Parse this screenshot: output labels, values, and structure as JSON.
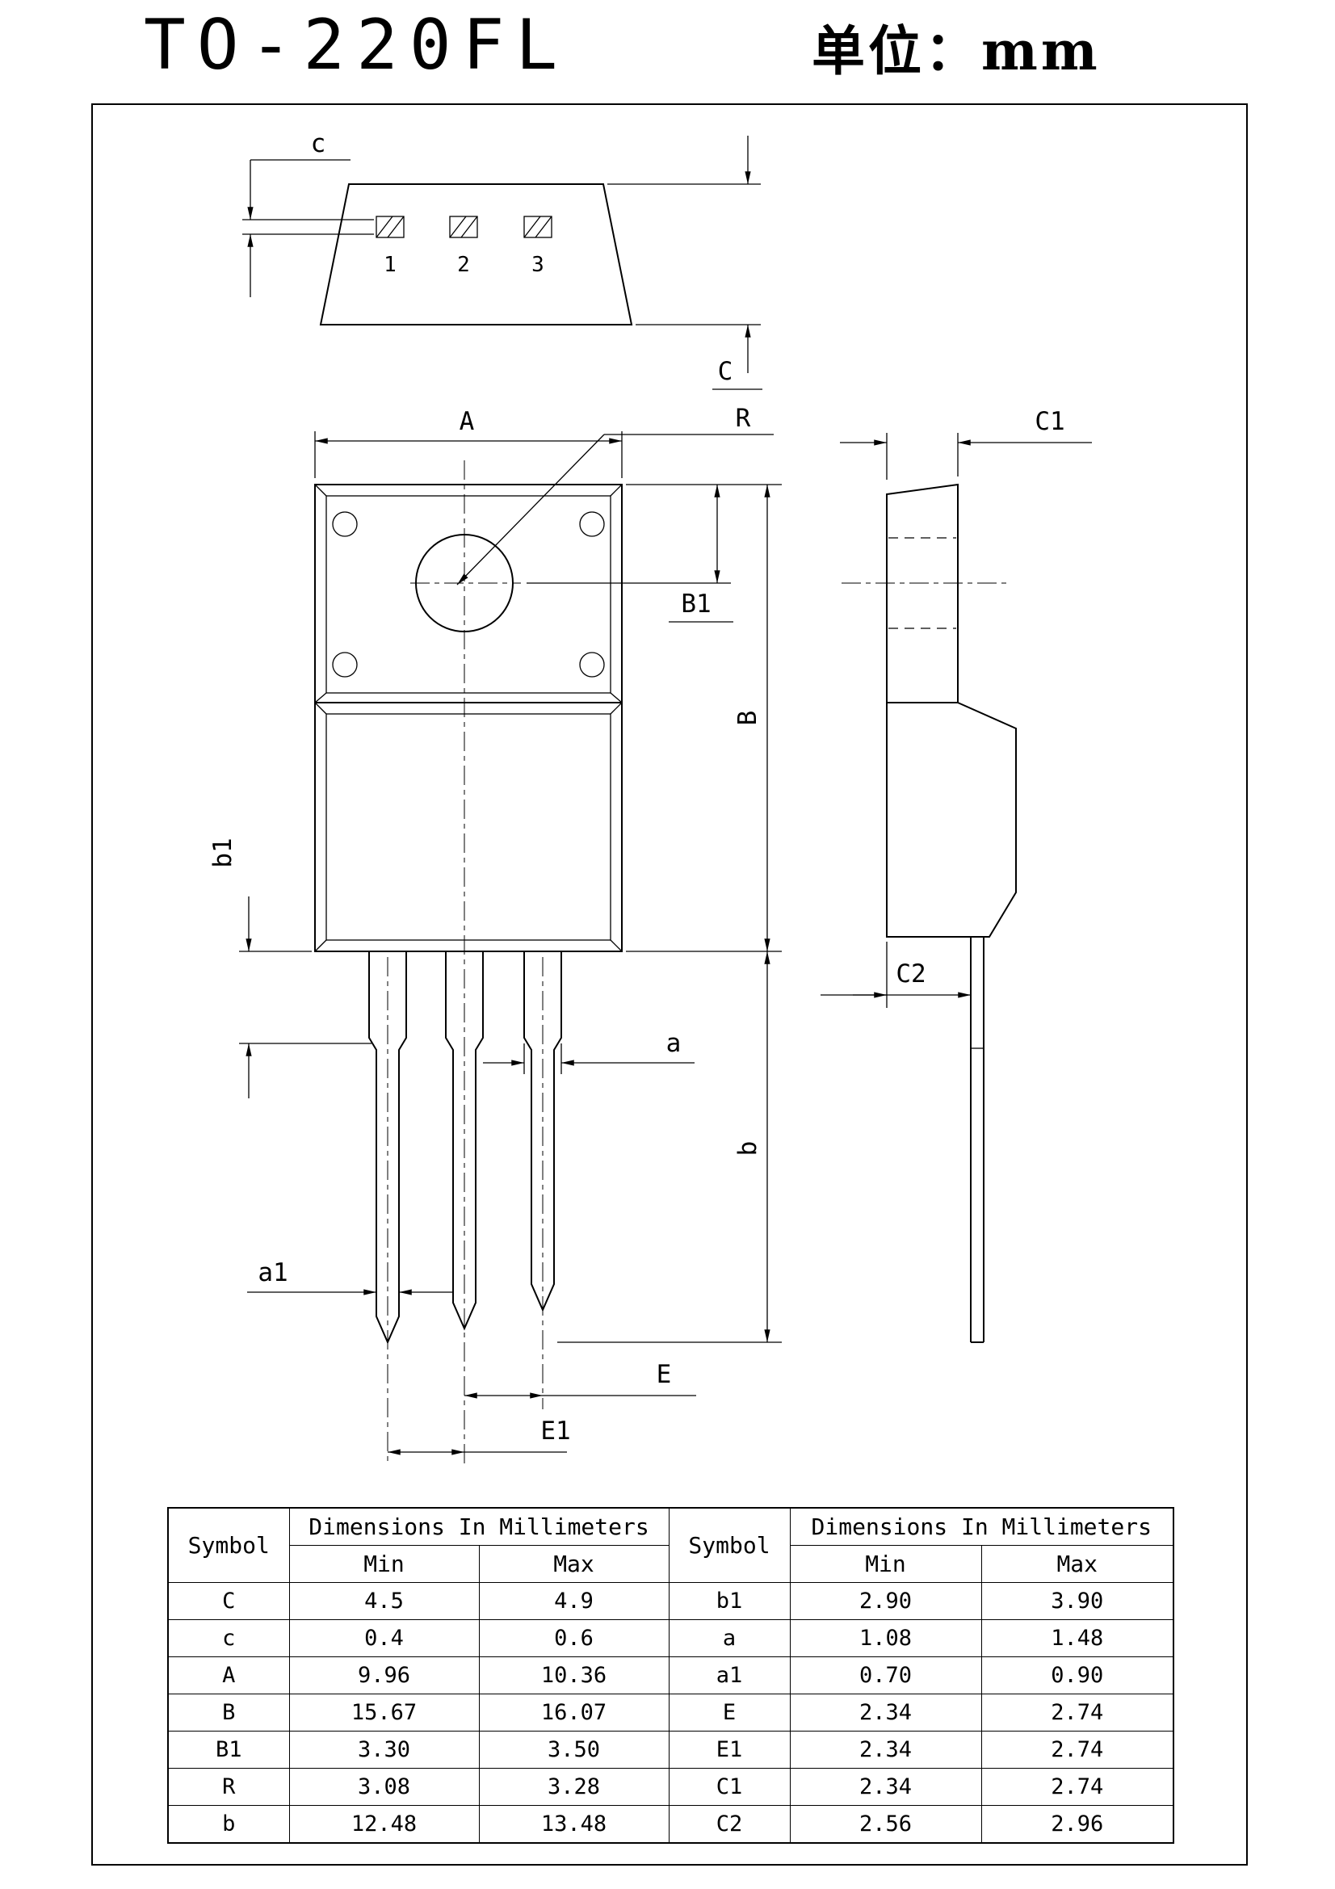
{
  "header": {
    "title": "TO-220FL",
    "unit": "单位：mm"
  },
  "drawing": {
    "labels": {
      "c": "c",
      "C": "C",
      "A": "A",
      "R": "R",
      "C1": "C1",
      "B1": "B1",
      "B": "B",
      "b1": "b1",
      "a": "a",
      "b": "b",
      "a1": "a1",
      "E": "E",
      "E1": "E1",
      "C2": "C2"
    },
    "pins": {
      "p1": "1",
      "p2": "2",
      "p3": "3"
    }
  },
  "table": {
    "symbol_header": "Symbol",
    "dims_header": "Dimensions In Millimeters",
    "min_header": "Min",
    "max_header": "Max",
    "rows": [
      {
        "l_sym": "C",
        "l_min": "4.5",
        "l_max": "4.9",
        "r_sym": "b1",
        "r_min": "2.90",
        "r_max": "3.90"
      },
      {
        "l_sym": "c",
        "l_min": "0.4",
        "l_max": "0.6",
        "r_sym": "a",
        "r_min": "1.08",
        "r_max": "1.48"
      },
      {
        "l_sym": "A",
        "l_min": "9.96",
        "l_max": "10.36",
        "r_sym": "a1",
        "r_min": "0.70",
        "r_max": "0.90"
      },
      {
        "l_sym": "B",
        "l_min": "15.67",
        "l_max": "16.07",
        "r_sym": "E",
        "r_min": "2.34",
        "r_max": "2.74"
      },
      {
        "l_sym": "B1",
        "l_min": "3.30",
        "l_max": "3.50",
        "r_sym": "E1",
        "r_min": "2.34",
        "r_max": "2.74"
      },
      {
        "l_sym": "R",
        "l_min": "3.08",
        "l_max": "3.28",
        "r_sym": "C1",
        "r_min": "2.34",
        "r_max": "2.74"
      },
      {
        "l_sym": "b",
        "l_min": "12.48",
        "l_max": "13.48",
        "r_sym": "C2",
        "r_min": "2.56",
        "r_max": "2.96"
      }
    ]
  }
}
